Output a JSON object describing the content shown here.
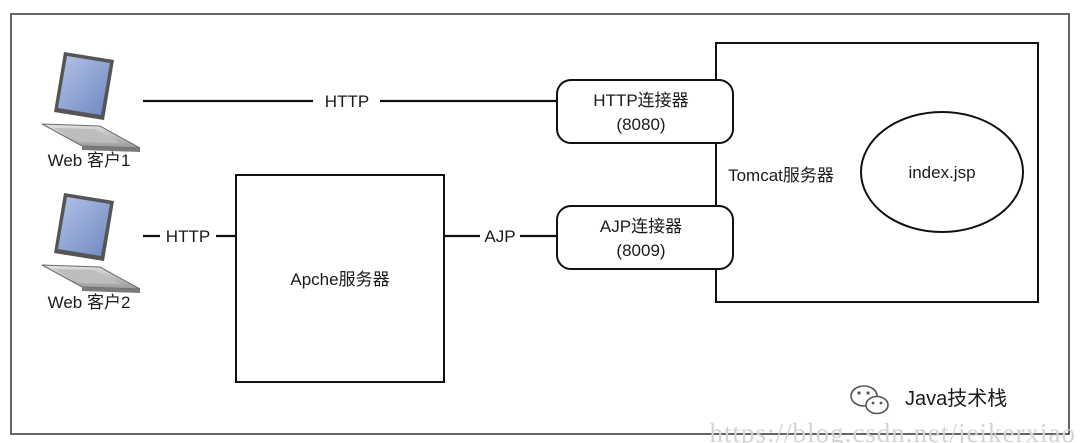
{
  "clients": [
    {
      "label": "Web 客户1"
    },
    {
      "label": "Web 客户2"
    }
  ],
  "links": {
    "client1_http": "HTTP",
    "client2_http": "HTTP",
    "apache_ajp": "AJP"
  },
  "apache": {
    "label": "Apche服务器"
  },
  "connectors": {
    "http": {
      "name": "HTTP连接器",
      "port": "(8080)"
    },
    "ajp": {
      "name": "AJP连接器",
      "port": "(8009)"
    }
  },
  "tomcat": {
    "label": "Tomcat服务器"
  },
  "jsp": {
    "label": "index.jsp"
  },
  "watermark": {
    "brand": "Java技术栈",
    "url": "https://blog.csdn.net/jeikerxiao"
  },
  "colors": {
    "laptop_screen": "#8fa6d4",
    "laptop_body": "#c9c9c9",
    "stroke": "#111111"
  }
}
